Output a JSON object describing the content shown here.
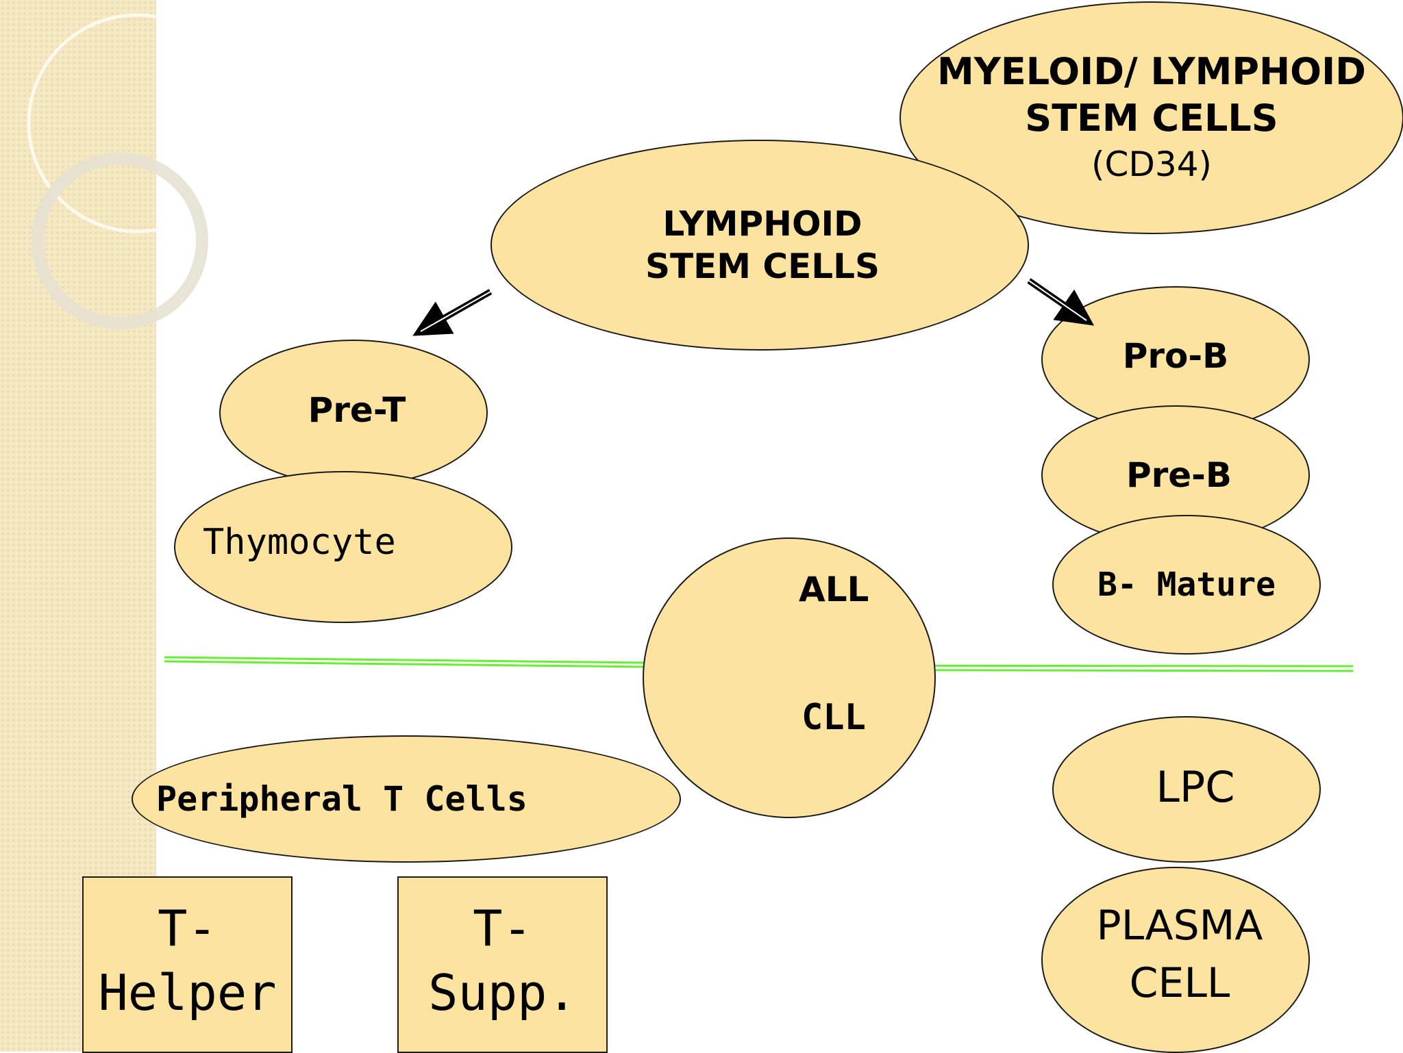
{
  "nodes": {
    "myeloid_lymphoid": {
      "line1": "MYELOID/ LYMPHOID",
      "line2": "STEM CELLS",
      "line3": "(CD34)"
    },
    "lymphoid_stem": {
      "label": "LYMPHOID\nSTEM CELLS"
    },
    "pre_t": {
      "label": "Pre-T"
    },
    "thymocyte": {
      "label": "Thymocyte"
    },
    "pro_b": {
      "label": "Pro-B"
    },
    "pre_b": {
      "label": "Pre-B"
    },
    "b_mature": {
      "label": "B- Mature"
    },
    "all": {
      "label": "ALL"
    },
    "cll": {
      "label": "CLL"
    },
    "peripheral_t": {
      "label": "Peripheral T Cells"
    },
    "lpc": {
      "label": "LPC"
    },
    "plasma_cell": {
      "label": "PLASMA\nCELL"
    },
    "t_helper": {
      "label": "T-\nHelper"
    },
    "t_supp": {
      "label": "T-\nSupp."
    }
  },
  "colors": {
    "node_fill": "#fde3a0",
    "node_border": "#1a1a1a",
    "divider": "#66ee33",
    "strip": "#f4e7bf"
  },
  "edges": [
    {
      "from": "lymphoid-stem-cells",
      "to": "pre-t"
    },
    {
      "from": "lymphoid-stem-cells",
      "to": "pro-b"
    }
  ]
}
